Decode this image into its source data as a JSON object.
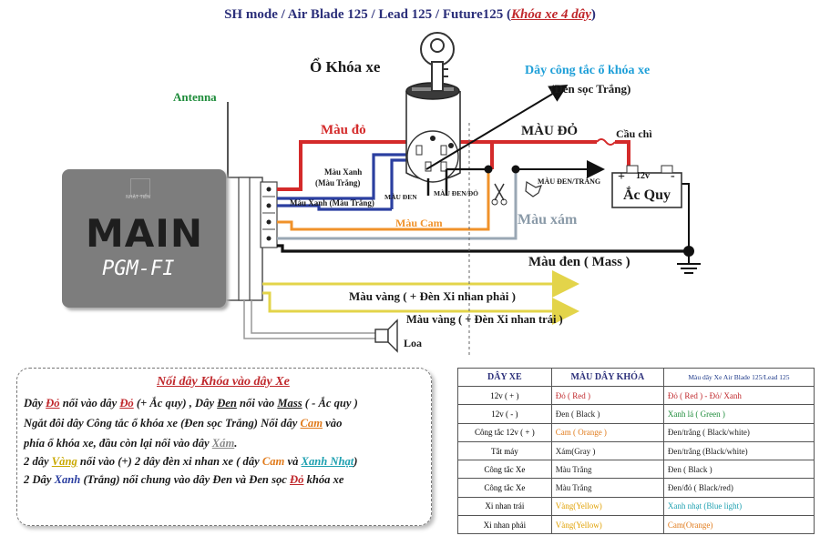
{
  "title": {
    "main": "SH mode / Air Blade 125 / Lead 125 / Future125 (",
    "highlight": "Khóa xe 4 dây",
    "end": ")"
  },
  "labels": {
    "o_khoa_xe": "Ổ Khóa xe",
    "antenna": "Antenna",
    "day_cong_tac": "Dây công tắc ổ khóa xe",
    "den_soc_trang": "(Đen sọc Trắng)",
    "mau_do": "Màu đỏ",
    "mau_do_caps": "MÀU ĐỎ",
    "cau_chi": "Cầu chì",
    "mau_xanh": "Màu Xanh",
    "mau_trang": "(Màu Trắng)",
    "mau_xanh_trang": "Màu Xanh (Màu Trắng)",
    "mau_den": "MÀU ĐEN",
    "mau_den_do": "MÀU ĐEN/ĐỎ",
    "mau_den_trang": "MÀU ĐEN/TRẮNG",
    "mau_cam": "Màu Cam",
    "mau_xam": "Màu xám",
    "mau_den_mass": "Màu đen ( Mass )",
    "vang_phai": "Màu vàng ( + Đèn Xi nhan phải )",
    "vang_trai": "Màu vàng ( + Đèn Xi nhan trái )",
    "loa": "Loa",
    "volt": "12v",
    "minus": "-",
    "plus": "+",
    "ac_quy": "Ắc Quy",
    "main": "MAIN",
    "pgm": "PGM-FI",
    "logo_sub": "NHẬT TIẾN"
  },
  "note": {
    "title": "Nối dây Khóa vào dây Xe",
    "line1": {
      "a": "Dây ",
      "b": "Đỏ",
      "c": " nối vào dây ",
      "d": "Đỏ",
      "e": " (+ Ắc quy) , Dây ",
      "f": "Đen",
      "g": " nối vào ",
      "h": "Mass",
      "i": " ( - Ắc quy )"
    },
    "line2": {
      "a": "Ngắt đôi dây Công tắc ổ khóa xe (Đen sọc Trắng) Nối dây ",
      "b": "Cam",
      "c": " vào"
    },
    "line3": {
      "a": "phía ổ khóa xe, đầu còn lại nối vào dây ",
      "b": "Xám",
      "c": "."
    },
    "line4": {
      "a": "2 dây ",
      "b": "Vàng",
      "c": " nối vào (+) 2 dây đèn xi nhan xe ( dây ",
      "d": "Cam",
      "e": " và ",
      "f": "Xanh Nhạt",
      "g": ")"
    },
    "line5": {
      "a": "2 Dây ",
      "b": "Xanh",
      "c": " (Trắng) nối chung vào dây Đen và Đen sọc ",
      "d": "Đỏ",
      "e": " khóa xe"
    }
  },
  "table": {
    "headers": [
      "DÂY XE",
      "MÀU DÂY KHÓA",
      "Màu dây Xe Air Blade 125/Lead 125"
    ],
    "rows": [
      {
        "c1": "12v ( + )",
        "c2": "Đỏ ( Red )",
        "c2color": "#c0282c",
        "c3": "Đỏ ( Red ) - Đỏ/ Xanh",
        "c3color": "#c0282c"
      },
      {
        "c1": "12v ( - )",
        "c2": "Đen ( Black )",
        "c2color": "#1a1a1a",
        "c3": "Xanh lá ( Green )",
        "c3color": "#1e8c3a"
      },
      {
        "c1": "Công tắc 12v ( + )",
        "c2": "Cam ( Orange )",
        "c2color": "#e07a1a",
        "c3": "Đen/trắng ( Black/white)",
        "c3color": "#1a1a1a"
      },
      {
        "c1": "Tắt máy",
        "c2": "Xám(Gray )",
        "c2color": "#1a1a1a",
        "c3": "Đen/trắng (Black/white)",
        "c3color": "#1a1a1a"
      },
      {
        "c1": "Công tắc Xe",
        "c2": "Màu Trắng",
        "c2color": "#1a1a1a",
        "c3": "Đen ( Black )",
        "c3color": "#1a1a1a"
      },
      {
        "c1": "Công tắc Xe",
        "c2": "Màu Trắng",
        "c2color": "#1a1a1a",
        "c3": "Đen/đỏ ( Black/red)",
        "c3color": "#1a1a1a"
      },
      {
        "c1": "Xi nhan trái",
        "c2": "Vàng(Yellow)",
        "c2color": "#e0a000",
        "c3": "Xanh nhạt (Blue light)",
        "c3color": "#1ea0b0"
      },
      {
        "c1": "Xi nhan phải",
        "c2": "Vàng(Yellow)",
        "c2color": "#e0a000",
        "c3": "Cam(Orange)",
        "c3color": "#e07a1a"
      }
    ]
  },
  "colors": {
    "red": "#d42a2a",
    "blue": "#2b3fa0",
    "orange": "#f0922a",
    "grey": "#9aa7b4",
    "black": "#111111",
    "yellow": "#e3d44a",
    "title": "#2b2f7a",
    "green": "#1e8c3a",
    "cyan": "#1e9fd8"
  }
}
